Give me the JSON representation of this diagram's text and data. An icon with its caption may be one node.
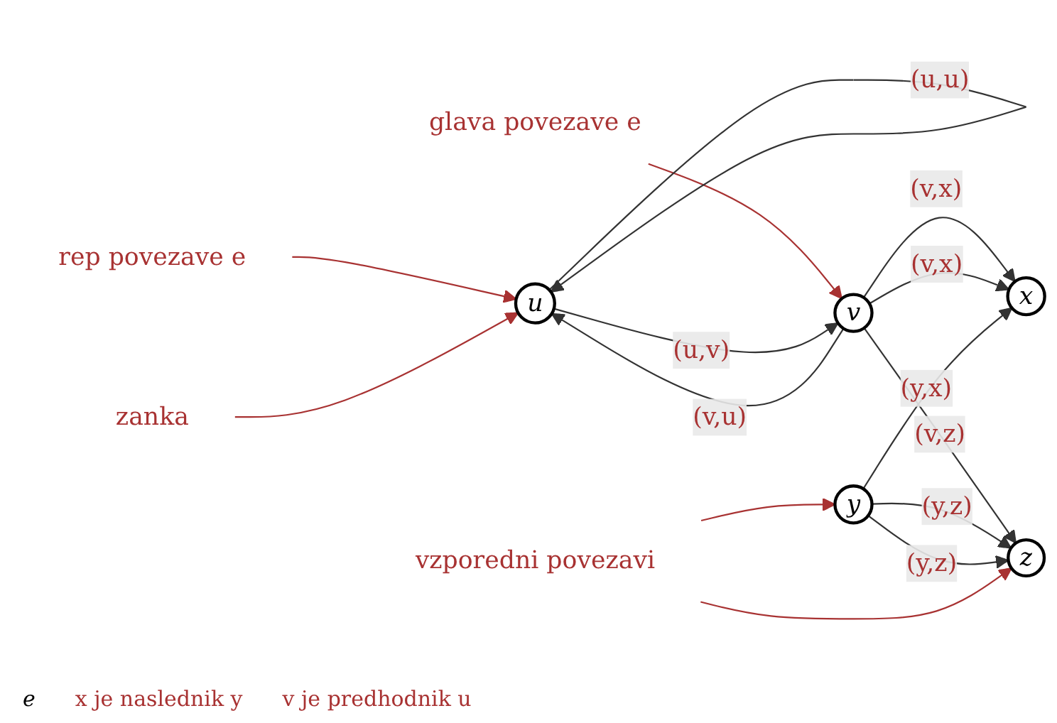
{
  "diagram": {
    "nodes": [
      {
        "text": [
          "rep povezave e"
        ]
      },
      {
        "text": [
          "glava povezave e"
        ]
      },
      {
        "text": [
          "u"
        ]
      },
      {
        "text": [
          "v"
        ]
      },
      {
        "text": [
          "x"
        ]
      },
      {
        "text": [
          "zanka"
        ]
      },
      {
        "text": [
          "z"
        ]
      },
      {
        "text": [
          "y"
        ]
      },
      {
        "text": [
          "vzporedni povezavi"
        ]
      }
    ],
    "edges": [
      {
        "from": 0,
        "to": 2,
        "arrow": "to",
        "color": "#a83232"
      },
      {
        "from": 1,
        "to": 3,
        "arrow": "to",
        "color": "#a83232"
      },
      {
        "from": 2,
        "to": 2,
        "arrow": "to",
        "label": "(u,u)"
      },
      {
        "from": 2,
        "to": 3,
        "arrow": "to",
        "label": "(u,v)"
      },
      {
        "from": 3,
        "to": 2,
        "arrow": "to",
        "label": "(v,u)"
      },
      {
        "from": 3,
        "to": 4,
        "arrow": "to",
        "label": "(v,x)"
      },
      {
        "from": 3,
        "to": 4,
        "arrow": "to",
        "label": "(v,x)"
      },
      {
        "from": 5,
        "to": 2,
        "arrow": "to",
        "color": "#a83232"
      },
      {
        "from": 3,
        "to": 6,
        "arrow": "to",
        "label": "(v,z)"
      },
      {
        "from": 7,
        "to": 6,
        "arrow": "to",
        "label": "(y,z)"
      },
      {
        "from": 7,
        "to": 6,
        "arrow": "to",
        "label": "(y,z)"
      },
      {
        "from": 7,
        "to": 4,
        "arrow": "to",
        "label": "(y,x)"
      },
      {
        "from": 8,
        "to": 6,
        "arrow": "to",
        "color": "#a83232"
      },
      {
        "from": 8,
        "to": 7,
        "arrow": "to",
        "color": "#a83232"
      }
    ],
    "labels": [
      "e",
      "x je naslednik y",
      "v je predhodnik u"
    ]
  }
}
